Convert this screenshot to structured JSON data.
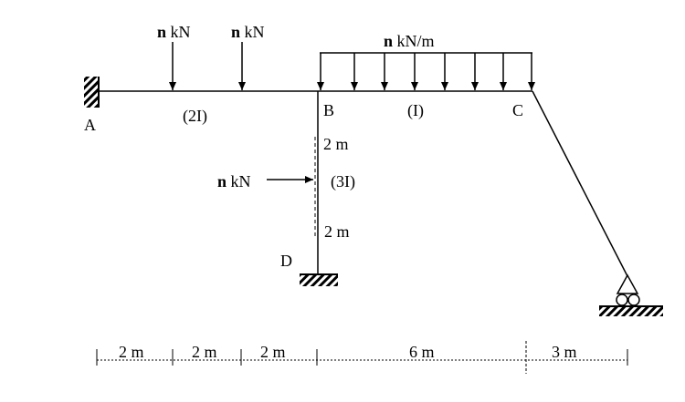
{
  "loads": {
    "point_left_1": {
      "symbol": "n",
      "unit": "kN"
    },
    "point_left_2": {
      "symbol": "n",
      "unit": "kN"
    },
    "distributed": {
      "symbol": "n",
      "unit": "kN/m"
    },
    "horizontal": {
      "symbol": "n",
      "unit": "kN"
    }
  },
  "nodes": {
    "A": "A",
    "B": "B",
    "C": "C",
    "D": "D"
  },
  "members": {
    "AB": "(2I)",
    "BC": "(I)",
    "BD": "(3I)"
  },
  "column_dims": {
    "upper": "2 m",
    "lower": "2 m"
  },
  "dimensions": [
    "2 m",
    "2 m",
    "2 m",
    "6 m",
    "3 m"
  ]
}
